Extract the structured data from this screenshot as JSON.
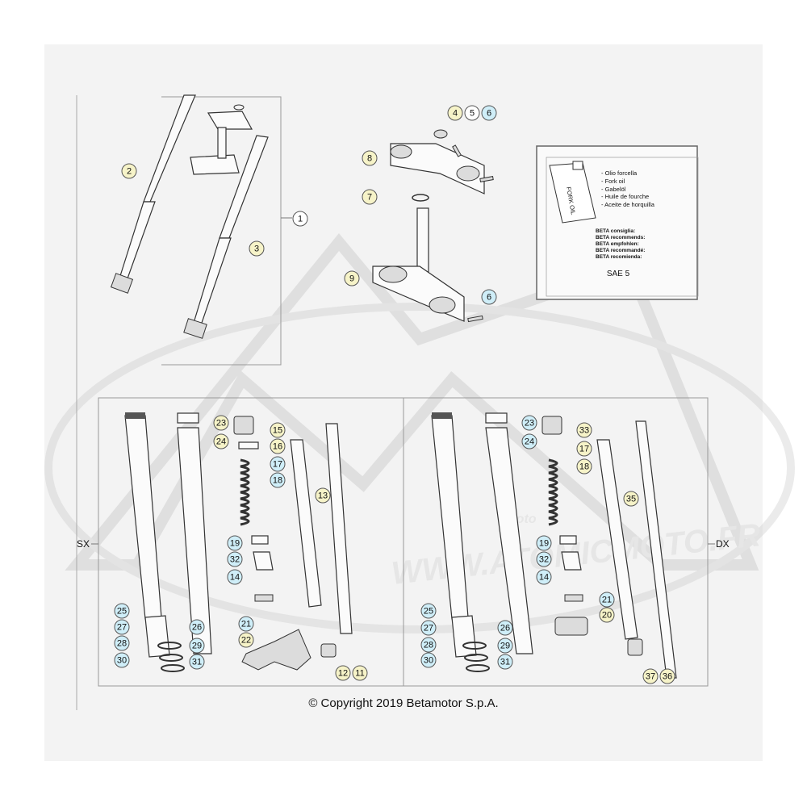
{
  "copyright": "© Copyright 2019 Betamotor S.p.A.",
  "side_labels": {
    "left": "SX",
    "right": "DX"
  },
  "watermark": {
    "site": "WWW.ATOMICMOTO.FR",
    "brand": "moto"
  },
  "oil_box": {
    "can_label": "FORK OIL",
    "names": [
      "- Olio forcella",
      "- Fork oil",
      "- Gabelöl",
      "- Huile de fourche",
      "- Aceite de horquilla"
    ],
    "recommends": [
      "BETA consiglia:",
      "BETA recommends:",
      "BETA empfohlen:",
      "BETA recommandé:",
      "BETA recomienda:"
    ],
    "oil_grade": "SAE 5"
  },
  "colors": {
    "blue_callout": "#cfeef8",
    "yellow_callout": "#f6f3c8",
    "callout_border": "#555555"
  },
  "callouts": [
    {
      "label": "1",
      "kind": "plain"
    },
    {
      "label": "2",
      "kind": "yellow"
    },
    {
      "label": "3",
      "kind": "yellow"
    },
    {
      "label": "4",
      "kind": "yellow"
    },
    {
      "label": "5",
      "kind": "plain"
    },
    {
      "label": "6",
      "kind": "blue"
    },
    {
      "label": "8",
      "kind": "yellow"
    },
    {
      "label": "7",
      "kind": "yellow"
    },
    {
      "label": "9",
      "kind": "yellow"
    },
    {
      "label": "6",
      "kind": "blue"
    },
    {
      "label": "23",
      "kind": "yellow"
    },
    {
      "label": "15",
      "kind": "yellow"
    },
    {
      "label": "24",
      "kind": "yellow"
    },
    {
      "label": "16",
      "kind": "yellow"
    },
    {
      "label": "17",
      "kind": "blue"
    },
    {
      "label": "18",
      "kind": "blue"
    },
    {
      "label": "13",
      "kind": "yellow"
    },
    {
      "label": "19",
      "kind": "blue"
    },
    {
      "label": "32",
      "kind": "blue"
    },
    {
      "label": "14",
      "kind": "blue"
    },
    {
      "label": "25",
      "kind": "blue"
    },
    {
      "label": "21",
      "kind": "blue"
    },
    {
      "label": "27",
      "kind": "blue"
    },
    {
      "label": "26",
      "kind": "blue"
    },
    {
      "label": "22",
      "kind": "yellow"
    },
    {
      "label": "28",
      "kind": "blue"
    },
    {
      "label": "29",
      "kind": "blue"
    },
    {
      "label": "30",
      "kind": "blue"
    },
    {
      "label": "31",
      "kind": "blue"
    },
    {
      "label": "12",
      "kind": "yellow"
    },
    {
      "label": "11",
      "kind": "yellow"
    },
    {
      "label": "23",
      "kind": "blue"
    },
    {
      "label": "33",
      "kind": "yellow"
    },
    {
      "label": "24",
      "kind": "blue"
    },
    {
      "label": "17",
      "kind": "yellow"
    },
    {
      "label": "18",
      "kind": "yellow"
    },
    {
      "label": "35",
      "kind": "yellow"
    },
    {
      "label": "19",
      "kind": "blue"
    },
    {
      "label": "32",
      "kind": "blue"
    },
    {
      "label": "14",
      "kind": "blue"
    },
    {
      "label": "21",
      "kind": "blue"
    },
    {
      "label": "25",
      "kind": "blue"
    },
    {
      "label": "20",
      "kind": "yellow"
    },
    {
      "label": "27",
      "kind": "blue"
    },
    {
      "label": "26",
      "kind": "blue"
    },
    {
      "label": "28",
      "kind": "blue"
    },
    {
      "label": "29",
      "kind": "blue"
    },
    {
      "label": "30",
      "kind": "blue"
    },
    {
      "label": "31",
      "kind": "blue"
    },
    {
      "label": "37",
      "kind": "yellow"
    },
    {
      "label": "36",
      "kind": "yellow"
    }
  ]
}
